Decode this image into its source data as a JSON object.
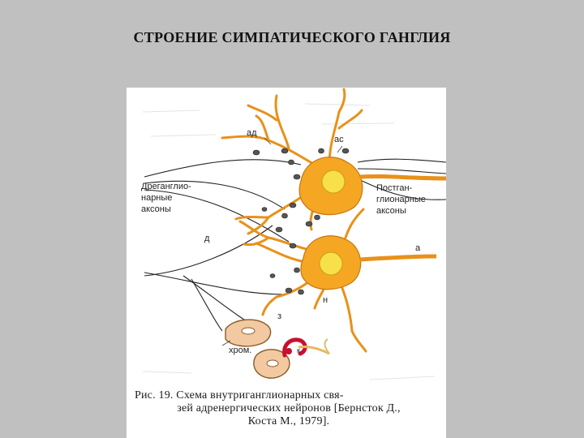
{
  "slide": {
    "title": "СТРОЕНИЕ СИМПАТИЧЕСКОГО ГАНГЛИЯ"
  },
  "figure": {
    "labels": {
      "ad": "ад",
      "as": "ас",
      "pre_line1": "Дреганглио-",
      "pre_line2": "нарные",
      "pre_line3": "аксоны",
      "post_line1": "Постган-",
      "post_line2": "глионарные",
      "post_line3": "аксоны",
      "d": "д",
      "a": "а",
      "n": "н",
      "z": "з",
      "hrom": "хром.",
      "k": "к"
    },
    "caption": {
      "line1": "Рис. 19. Схема внутриганглионарных свя-",
      "line2": "зей адренергических нейронов [Бернсток Д.,",
      "line3": "Коста М., 1979]."
    },
    "colors": {
      "neuron": "#f5a623",
      "nucleus": "#f7e04a",
      "chromaffin": "#f2c9a0",
      "red_cell": "#c8102e"
    }
  }
}
